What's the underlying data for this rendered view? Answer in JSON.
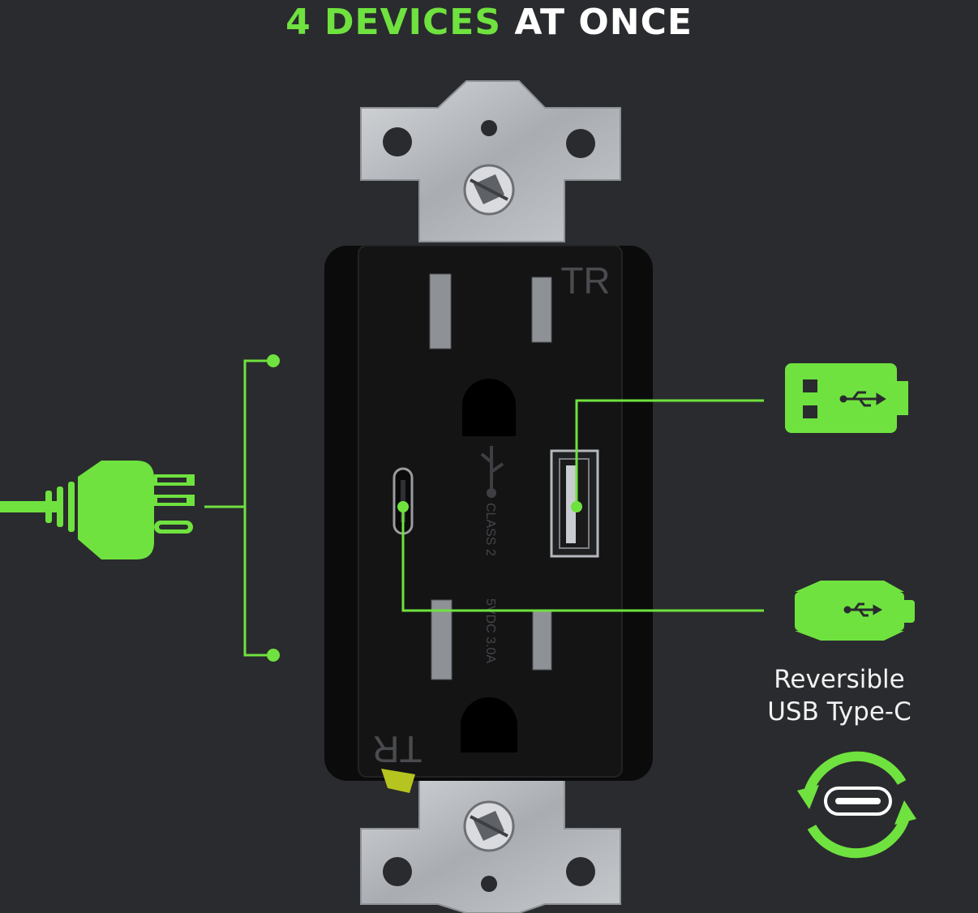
{
  "title": {
    "accent": "4 DEVICES",
    "rest": "AT ONCE"
  },
  "outlet": {
    "top_marking": "TR",
    "bottom_marking": "TR",
    "usb_class_text": "CLASS 2",
    "usb_rating_text": "5VDC 3.0A"
  },
  "caption": {
    "line1": "Reversible",
    "line2": "USB Type-C"
  },
  "colors": {
    "accent": "#6fe23f",
    "background": "#2a2b2e",
    "outlet_body": "#0f0f10",
    "plate": "#b9bcc0"
  },
  "icons": [
    "ac-plug-icon",
    "usb-a-connector-icon",
    "usb-c-connector-icon",
    "reversible-arrows-icon",
    "usb-trident-icon",
    "screw-icon"
  ]
}
